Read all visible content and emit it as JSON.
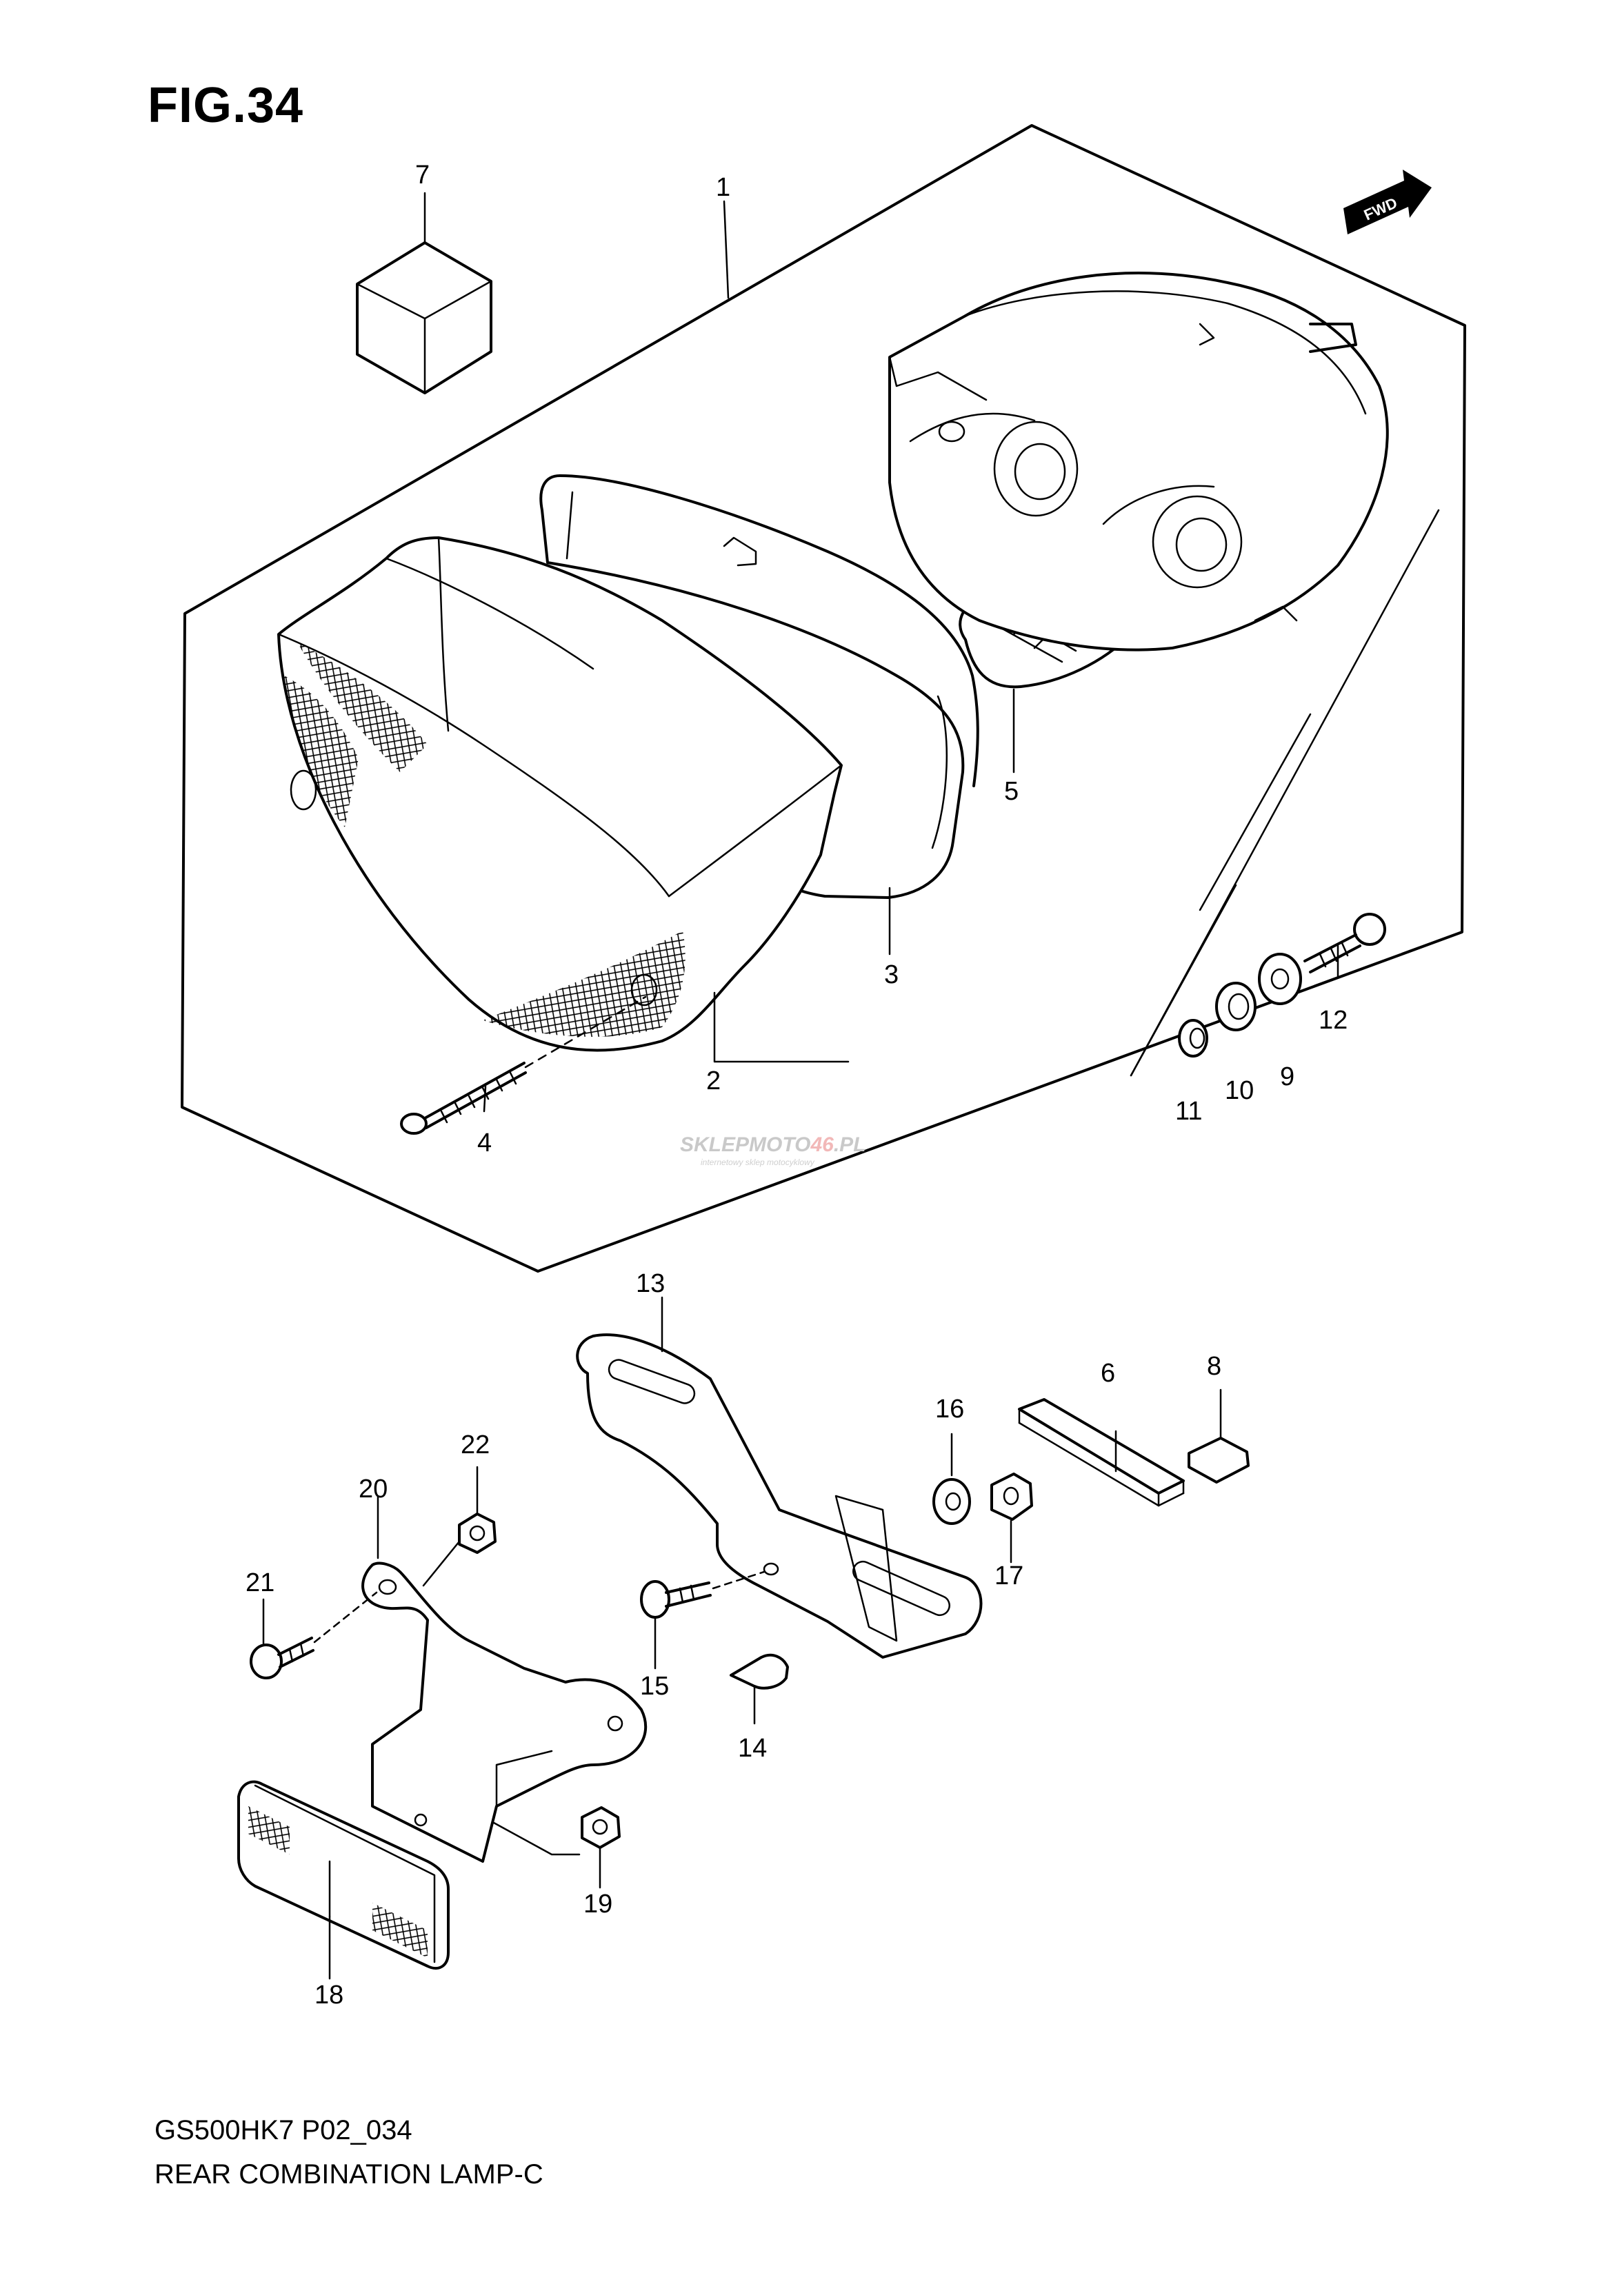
{
  "figure_title": "FIG.34",
  "footer": {
    "diagram_code": "GS500HK7 P02_034",
    "diagram_title": "REAR COMBINATION LAMP-C"
  },
  "direction_marker": "FWD",
  "watermark": {
    "brand_left": "SKLEPMOTO",
    "brand_number": "46",
    "brand_suffix": ".PL",
    "tagline": "internetowy sklep motocyklowy"
  },
  "callouts": {
    "p1": "1",
    "p2": "2",
    "p3": "3",
    "p4": "4",
    "p5": "5",
    "p6": "6",
    "p7": "7",
    "p8": "8",
    "p9": "9",
    "p10": "10",
    "p11": "11",
    "p12": "12",
    "p13": "13",
    "p14": "14",
    "p15": "15",
    "p16": "16",
    "p17": "17",
    "p18": "18",
    "p19": "19",
    "p20": "20",
    "p21": "21",
    "p22": "22"
  }
}
